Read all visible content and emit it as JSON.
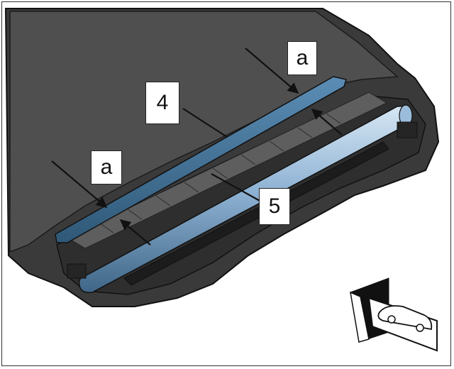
{
  "diagram": {
    "labels": {
      "part_4": "4",
      "part_5": "5",
      "dimension_a_upper": "a",
      "dimension_a_lower": "a"
    },
    "icons": [
      "view-direction-icon",
      "vehicle-icon"
    ],
    "colors": {
      "panel": "#4f4f4f",
      "frame": "#3a3a3a",
      "wind_deflector": "#3e6f96",
      "roller": "#8fb3d4",
      "outline": "#111111"
    }
  }
}
